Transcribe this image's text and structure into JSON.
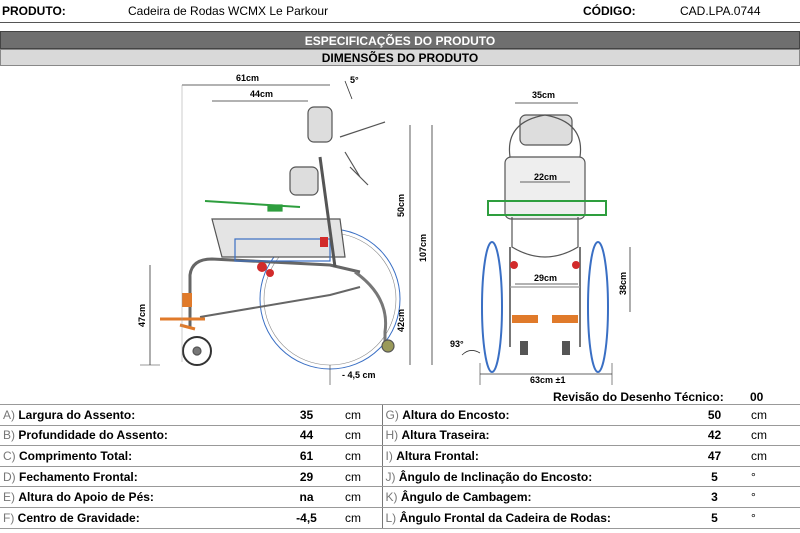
{
  "header": {
    "produto_label": "PRODUTO:",
    "produto_value": "Cadeira de Rodas WCMX Le Parkour",
    "codigo_label": "CÓDIGO:",
    "codigo_value": "CAD.LPA.0744"
  },
  "bands": {
    "specs_title": "ESPECIFICAÇÕES DO PRODUTO",
    "dims_title": "DIMENSÕES DO PRODUTO"
  },
  "drawing": {
    "side": {
      "dim_61": "61cm",
      "dim_44": "44cm",
      "dim_5deg": "5°",
      "dim_50": "50cm",
      "dim_107": "107cm",
      "dim_42": "42cm",
      "dim_47": "47cm",
      "dim_cg": "- 4,5 cm"
    },
    "front": {
      "dim_35": "35cm",
      "dim_22": "22cm",
      "dim_29": "29cm",
      "dim_38": "38cm",
      "dim_93": "93°",
      "dim_63": "63cm ±1"
    },
    "colors": {
      "line": "#555555",
      "green": "#2e9e3e",
      "blue": "#3a6fc4",
      "orange": "#e07a2a",
      "red": "#d22b2b",
      "gray_fill": "#c9c9c9"
    }
  },
  "revision": {
    "label": "Revisão do Desenho Técnico:",
    "value": "00"
  },
  "specs": {
    "left": [
      {
        "letter": "A)",
        "label": "Largura do Assento:",
        "value": "35",
        "unit": "cm"
      },
      {
        "letter": "B)",
        "label": "Profundidade do Assento:",
        "value": "44",
        "unit": "cm"
      },
      {
        "letter": "C)",
        "label": "Comprimento Total:",
        "value": "61",
        "unit": "cm"
      },
      {
        "letter": "D)",
        "label": "Fechamento Frontal:",
        "value": "29",
        "unit": "cm"
      },
      {
        "letter": "E)",
        "label": "Altura do Apoio de Pés:",
        "value": "na",
        "unit": "cm"
      },
      {
        "letter": "F)",
        "label": "Centro de Gravidade:",
        "value": "-4,5",
        "unit": "cm"
      }
    ],
    "right": [
      {
        "letter": "G)",
        "label": "Altura do Encosto:",
        "value": "50",
        "unit": "cm"
      },
      {
        "letter": "H)",
        "label": "Altura Traseira:",
        "value": "42",
        "unit": "cm"
      },
      {
        "letter": "I)",
        "label": "Altura Frontal:",
        "value": "47",
        "unit": "cm"
      },
      {
        "letter": "J)",
        "label": "Ângulo de Inclinação do Encosto:",
        "value": "5",
        "unit": "°"
      },
      {
        "letter": "K)",
        "label": "Ângulo de Cambagem:",
        "value": "3",
        "unit": "°"
      },
      {
        "letter": "L)",
        "label": "Ângulo Frontal da Cadeira de Rodas:",
        "value": "5",
        "unit": "°"
      }
    ]
  }
}
